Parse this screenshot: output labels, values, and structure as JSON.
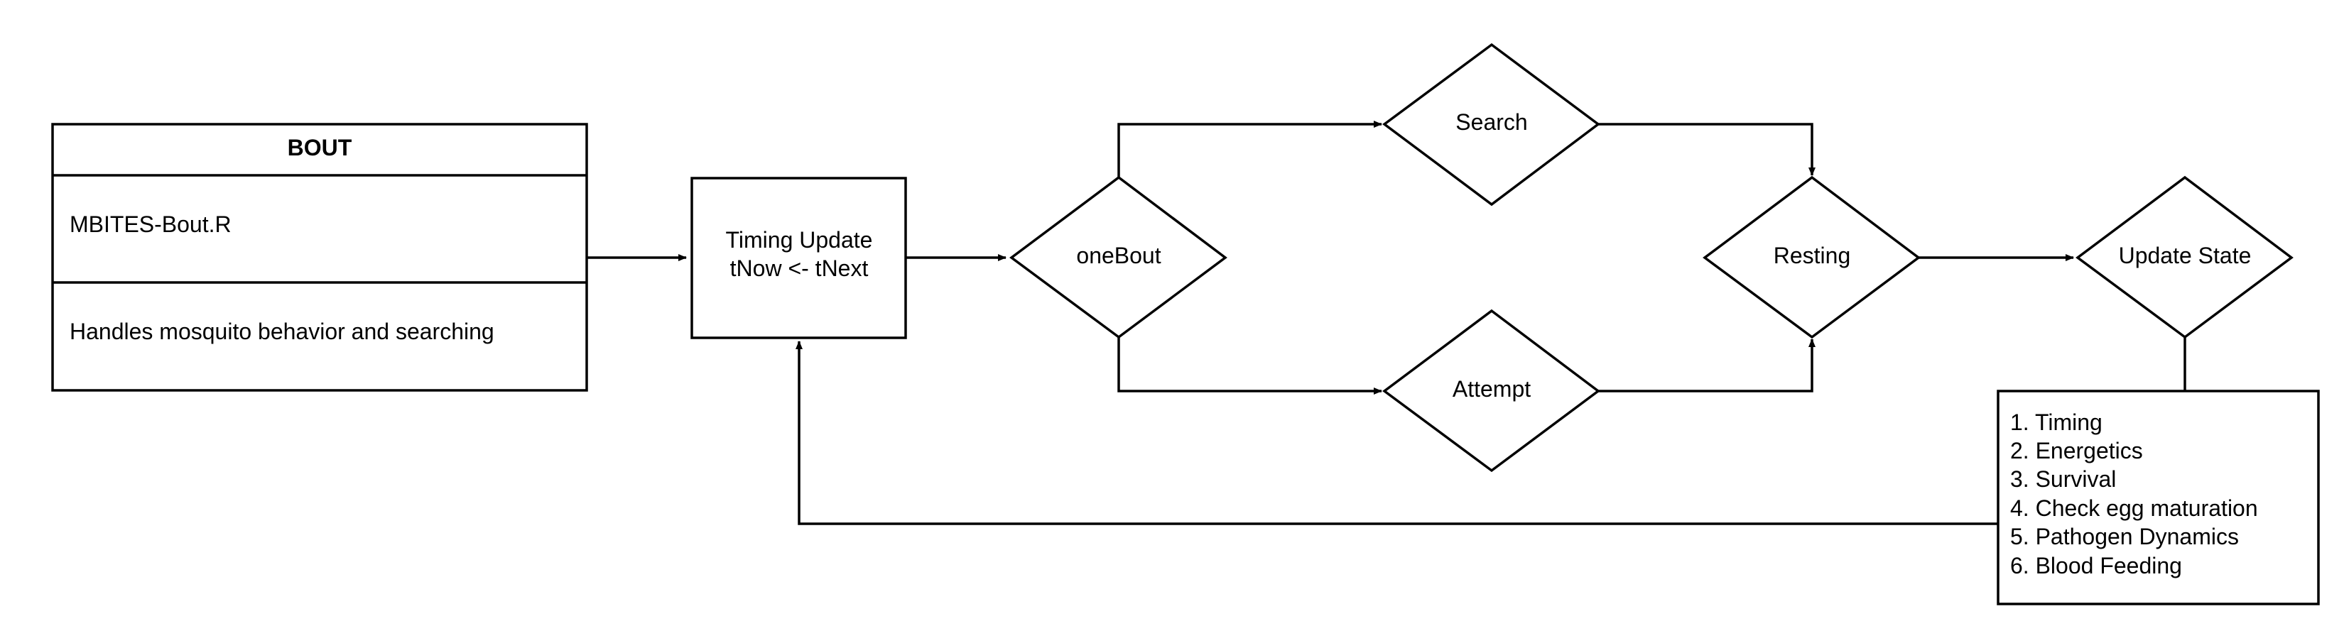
{
  "bout_box": {
    "title": "BOUT",
    "file": "MBITES-Bout.R",
    "description": "Handles mosquito behavior and searching"
  },
  "timing_update": {
    "line1": "Timing Update",
    "line2": "tNow <- tNext"
  },
  "one_bout": {
    "label": "oneBout"
  },
  "search": {
    "label": "Search"
  },
  "attempt": {
    "label": "Attempt"
  },
  "resting": {
    "label": "Resting"
  },
  "update_state": {
    "label": "Update State"
  },
  "state_steps": [
    "1. Timing",
    "2. Energetics",
    "3. Survival",
    "4. Check egg maturation",
    "5. Pathogen Dynamics",
    "6. Blood Feeding"
  ],
  "colors": {
    "stroke": "#000000",
    "fill": "#ffffff"
  }
}
